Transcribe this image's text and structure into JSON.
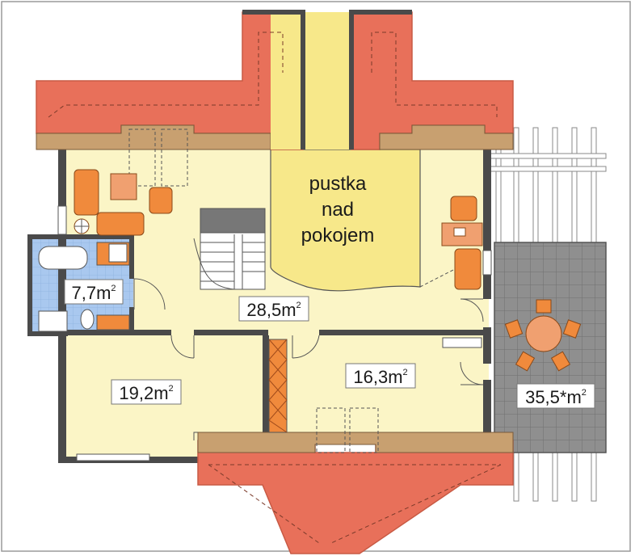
{
  "void_label": {
    "line1": "pustka",
    "line2": "nad",
    "line3": "pokojem"
  },
  "areas": {
    "bathroom": {
      "value": "7,7",
      "unit": "m",
      "exp": "2"
    },
    "hall": {
      "value": "28,5",
      "unit": "m",
      "exp": "2"
    },
    "room_left": {
      "value": "19,2",
      "unit": "m",
      "exp": "2"
    },
    "room_right": {
      "value": "16,3",
      "unit": "m",
      "exp": "2"
    },
    "terrace": {
      "value": "35,5*",
      "unit": "m",
      "exp": "2"
    }
  },
  "colors": {
    "roof": "#e8705a",
    "roof_edge": "#c85a44",
    "wall": "#4a4a4a",
    "floor": "#fbf5c6",
    "void": "#f7e88a",
    "bath_floor": "#a9c8ef",
    "terrace_tile": "#8a8a8a",
    "furniture": "#f08a3c",
    "table": "#f0a070",
    "rafter": "#c8a070"
  }
}
